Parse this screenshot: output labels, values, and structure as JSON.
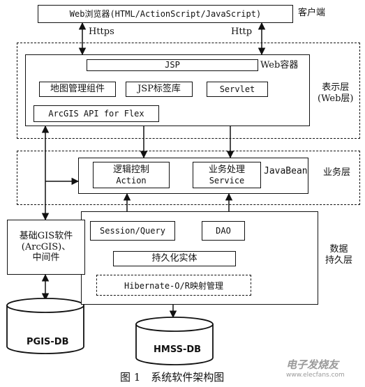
{
  "client": {
    "browser_label": "Web浏览器(HTML/ActionScript/JavaScript)",
    "layer_label": "客户端",
    "https_label": "Https",
    "http_label": "Http"
  },
  "presentation": {
    "jsp_label": "JSP",
    "container_label": "Web容器",
    "map_component_label": "地图管理组件",
    "jsp_taglib_label": "JSP标签库",
    "servlet_label": "Servlet",
    "arcgis_api_label": "ArcGIS API for Flex",
    "layer_label_line1": "表示层",
    "layer_label_line2": "(Web层)"
  },
  "business": {
    "action_line1": "逻辑控制",
    "action_line2": "Action",
    "service_line1": "业务处理",
    "service_line2": "Service",
    "javabean_label": "JavaBean",
    "layer_label": "业务层"
  },
  "persistence": {
    "session_query_label": "Session/Query",
    "dao_label": "DAO",
    "entity_label": "持久化实体",
    "hibernate_label": "Hibernate-O/R映射管理",
    "layer_label_line1": "数据",
    "layer_label_line2": "持久层"
  },
  "gis_software": {
    "line1": "基础GIS软件",
    "line2": "(ArcGIS)、",
    "line3": "中间件"
  },
  "databases": {
    "pgis_label": "PGIS-DB",
    "hmss_label": "HMSS-DB"
  },
  "caption": "图 1　系统软件架构图",
  "watermark_line1": "电子发烧友",
  "watermark_line2": "www.elecfans.com"
}
